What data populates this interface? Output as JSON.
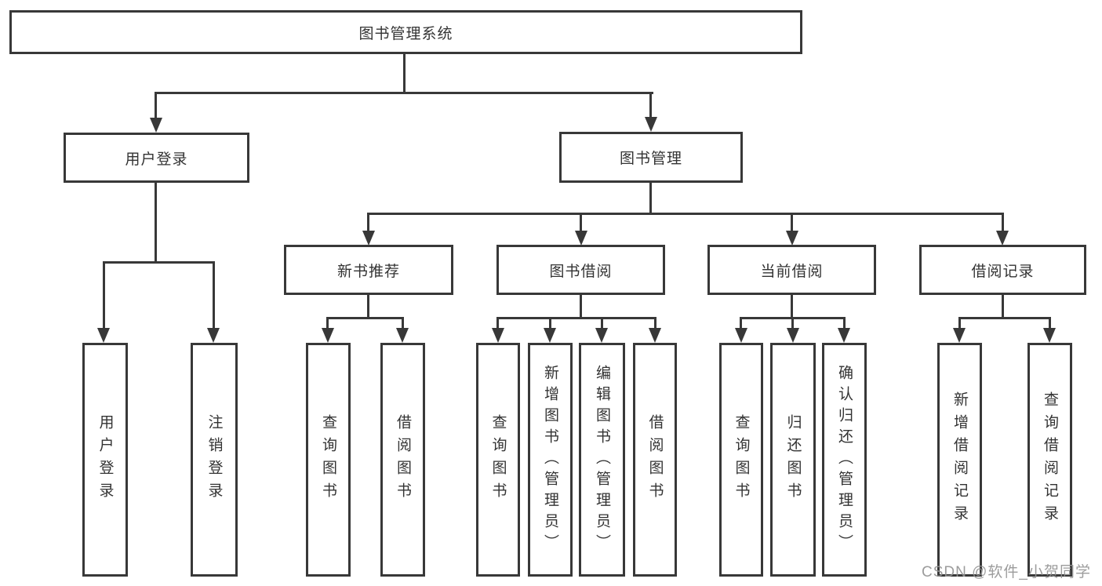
{
  "diagram": {
    "title": "图书管理系统",
    "root": {
      "label": "图书管理系统"
    },
    "level2": [
      {
        "label": "用户登录"
      },
      {
        "label": "图书管理"
      }
    ],
    "level3": [
      {
        "label": "新书推荐"
      },
      {
        "label": "图书借阅"
      },
      {
        "label": "当前借阅"
      },
      {
        "label": "借阅记录"
      }
    ],
    "leaves": {
      "user_login": [
        "用户登录",
        "注销登录"
      ],
      "new_book_recommend": [
        "查询图书",
        "借阅图书"
      ],
      "book_borrow": [
        "查询图书",
        "新增图书（管理员）",
        "编辑图书（管理员）",
        "借阅图书"
      ],
      "current_borrow": [
        "查询图书",
        "归还图书",
        "确认归还（管理员）"
      ],
      "borrow_record": [
        "新增借阅记录",
        "查询借阅记录"
      ]
    }
  },
  "watermark": {
    "text": "CSDN @软件_小贺同学"
  },
  "colors": {
    "line": "#383838",
    "text": "#333333",
    "background": "#ffffff",
    "watermark": "#949494"
  }
}
